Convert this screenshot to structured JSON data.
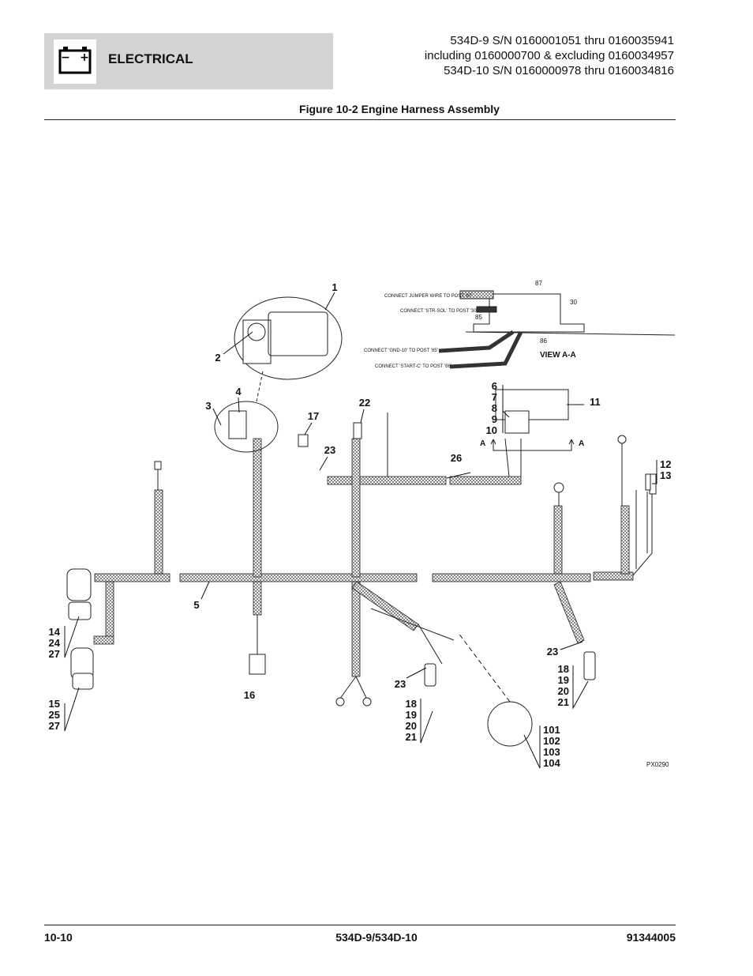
{
  "header": {
    "section_title": "ELECTRICAL",
    "serial_line_1": "534D-9 S/N 0160001051 thru 0160035941",
    "serial_line_2": "including 0160000700 & excluding 0160034957",
    "serial_line_3": "534D-10 S/N 0160000978 thru 0160034816",
    "battery_minus": "−",
    "battery_plus": "+"
  },
  "figure_title": "Figure 10-2 Engine Harness Assembly",
  "diagram": {
    "view_label": "VIEW A-A",
    "section_marker": "A",
    "drawing_id": "PX0290",
    "notes": {
      "jumper": "CONNECT JUMPER WIRE TO POST '87'",
      "str_sol": "CONNECT 'STR-SOL' TO POST '30'",
      "gnd_10": "CONNECT 'GND-10' TO POST '85'",
      "start_c": "CONNECT 'START-C' TO POST '86'"
    },
    "posts": {
      "p87": "87",
      "p30": "30",
      "p85": "85",
      "p86": "86"
    },
    "callouts": {
      "c1": "1",
      "c2": "2",
      "c3": "3",
      "c4": "4",
      "c5": "5",
      "c11": "11",
      "c16": "16",
      "c17": "17",
      "c22": "22",
      "c23a": "23",
      "c26": "26",
      "c23b": "23",
      "c23c": "23",
      "g6_10": [
        "6",
        "7",
        "8",
        "9",
        "10"
      ],
      "g12_13": [
        "12",
        "13"
      ],
      "g14": [
        "14",
        "24",
        "27"
      ],
      "g15": [
        "15",
        "25",
        "27"
      ],
      "g18a": [
        "18",
        "19",
        "20",
        "21"
      ],
      "g18b": [
        "18",
        "19",
        "20",
        "21"
      ],
      "g101": [
        "101",
        "102",
        "103",
        "104"
      ]
    }
  },
  "footer": {
    "page_number": "10-10",
    "model": "534D-9/534D-10",
    "part_number": "91344005"
  }
}
